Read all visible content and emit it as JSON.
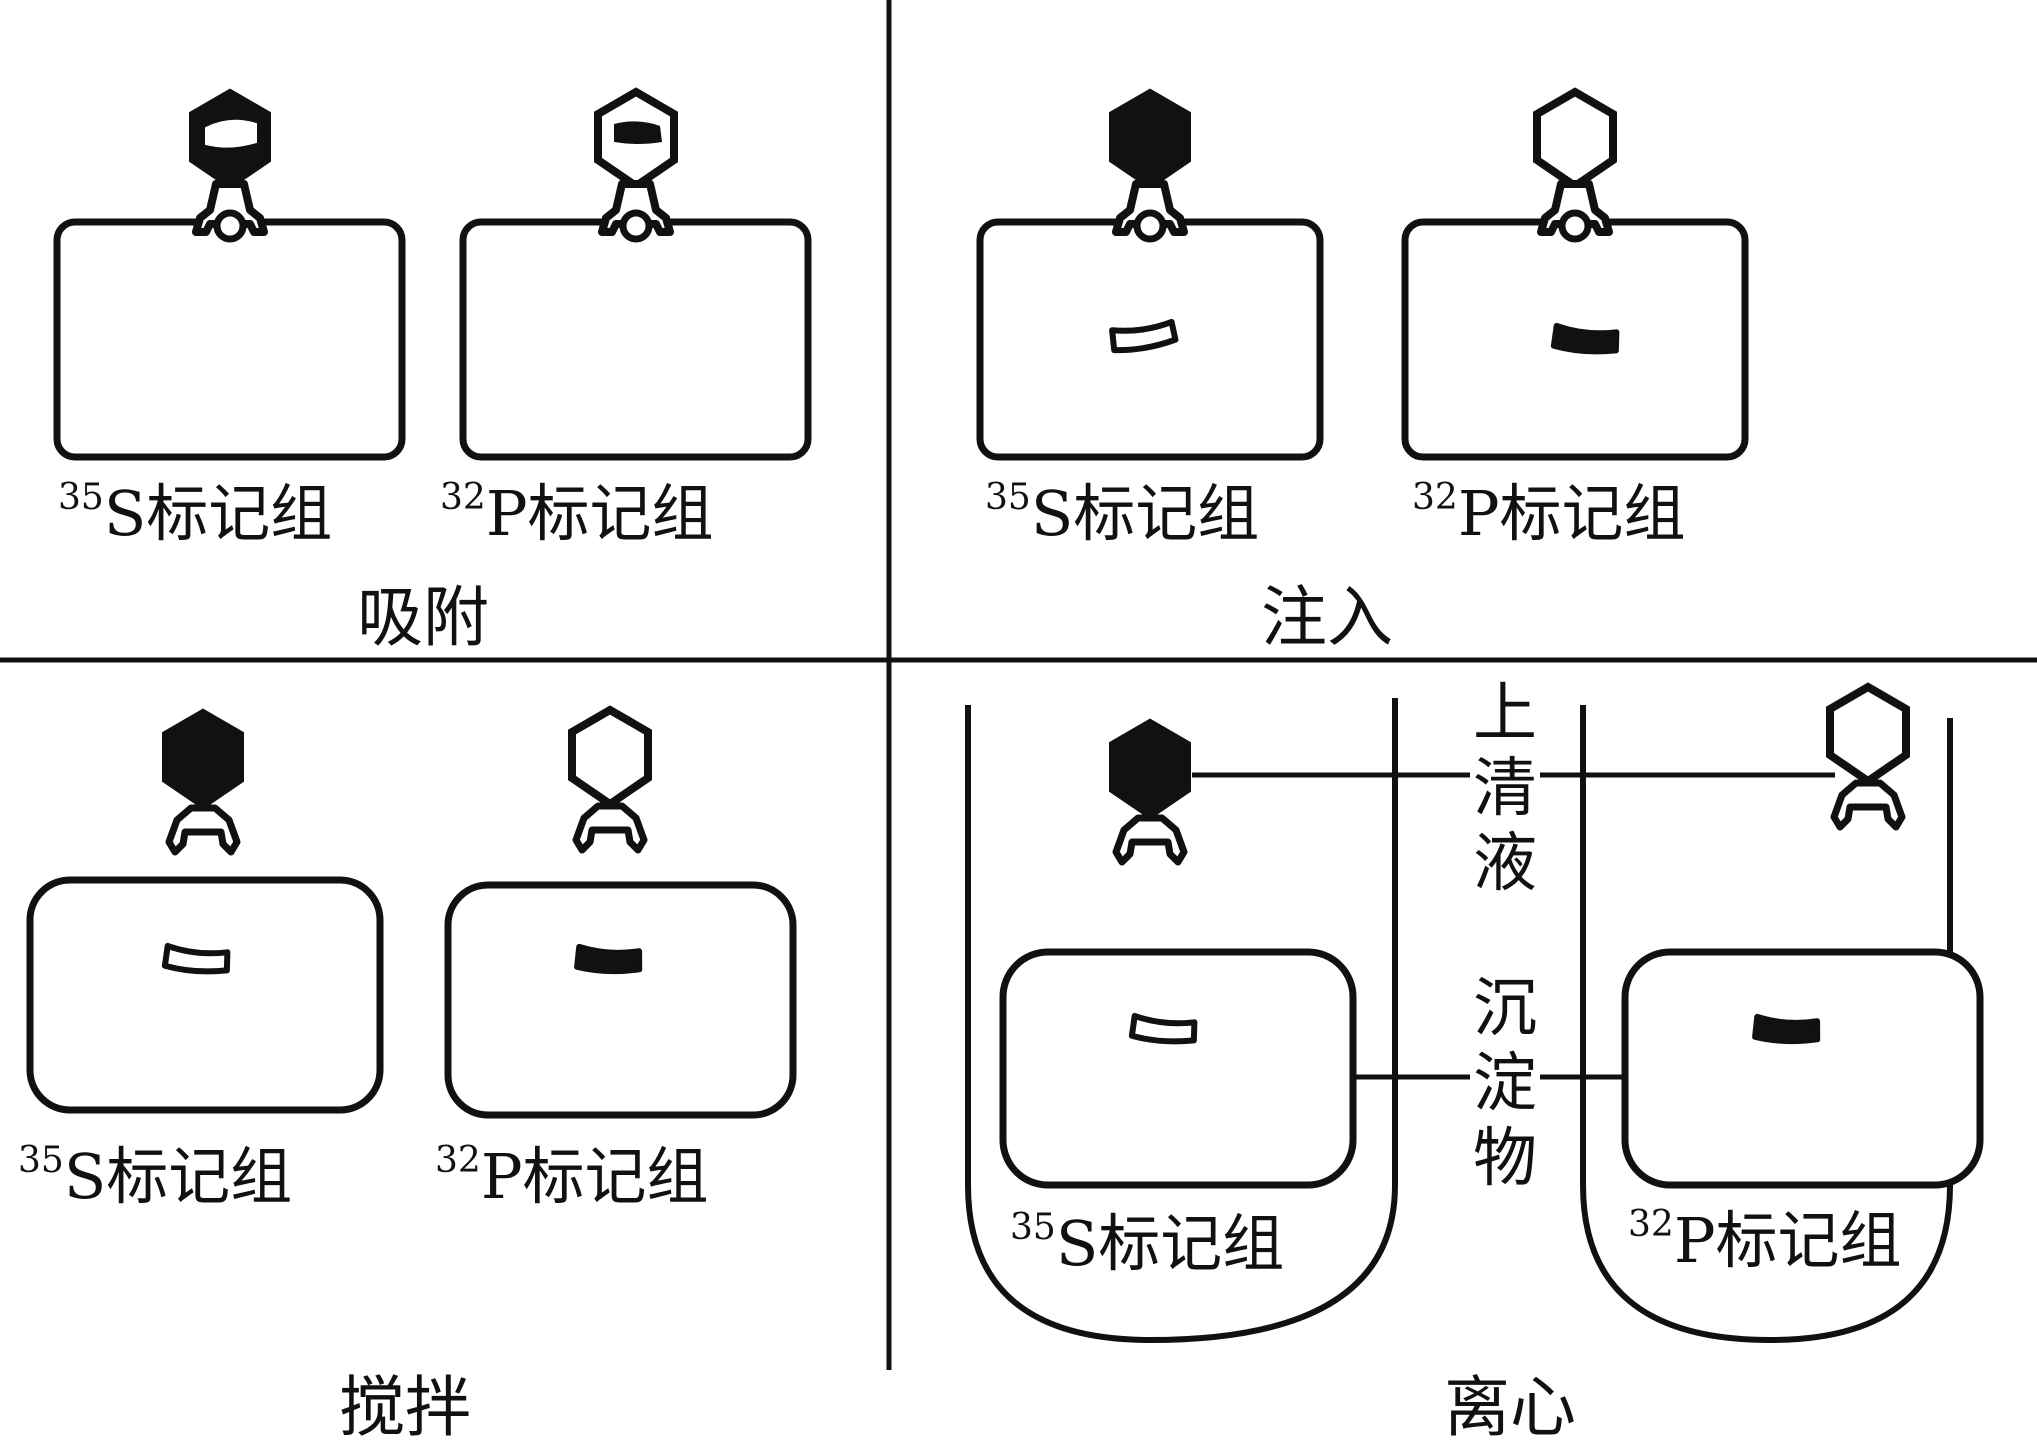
{
  "panels": {
    "adsorption": {
      "title": "吸附"
    },
    "injection": {
      "title": "注入"
    },
    "stirring": {
      "title": "搅拌"
    },
    "centrifugation": {
      "title": "离心"
    }
  },
  "group_labels": {
    "s35": {
      "isotope_mass": "35",
      "isotope_symbol": "S",
      "text": "标记组"
    },
    "p32": {
      "isotope_mass": "32",
      "isotope_symbol": "P",
      "text": "标记组"
    }
  },
  "tube_labels": {
    "supernatant": [
      "上",
      "清",
      "液"
    ],
    "precipitate": [
      "沉",
      "淀",
      "物"
    ]
  },
  "colors": {
    "ink": "#111111",
    "background": "#ffffff"
  }
}
